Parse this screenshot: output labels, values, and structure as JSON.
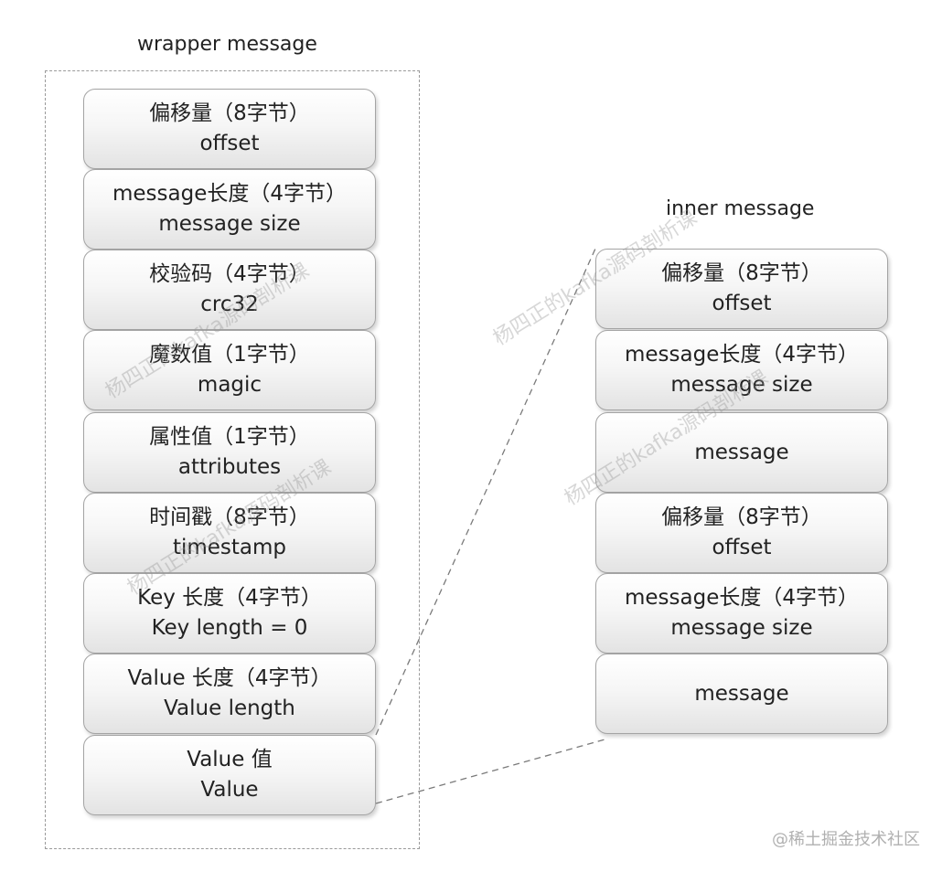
{
  "wrapper": {
    "title": "wrapper message",
    "boxes": [
      {
        "line1": "偏移量（8字节）",
        "line2": "offset"
      },
      {
        "line1": "message长度（4字节）",
        "line2": "message size"
      },
      {
        "line1": "校验码（4字节）",
        "line2": "crc32"
      },
      {
        "line1": "魔数值（1字节）",
        "line2": "magic"
      },
      {
        "line1": "属性值（1字节）",
        "line2": "attributes"
      },
      {
        "line1": "时间戳（8字节）",
        "line2": "timestamp"
      },
      {
        "line1": "Key 长度（4字节）",
        "line2": "Key length = 0"
      },
      {
        "line1": "Value 长度（4字节）",
        "line2": "Value length"
      },
      {
        "line1": "Value 值",
        "line2": "Value"
      }
    ]
  },
  "inner": {
    "title": "inner message",
    "boxes": [
      {
        "line1": "偏移量（8字节）",
        "line2": "offset"
      },
      {
        "line1": "message长度（4字节）",
        "line2": "message size"
      },
      {
        "line1": "message"
      },
      {
        "line1": "偏移量（8字节）",
        "line2": "offset"
      },
      {
        "line1": "message长度（4字节）",
        "line2": "message size"
      },
      {
        "line1": "message"
      }
    ]
  },
  "watermark": "杨四正的kafka源码剖析课",
  "footer": "@稀土掘金技术社区",
  "colors": {
    "box_border": "#a4a4a4",
    "frame_dash": "#9a9a9a",
    "connector": "#7a7a7a",
    "text": "#222222"
  }
}
